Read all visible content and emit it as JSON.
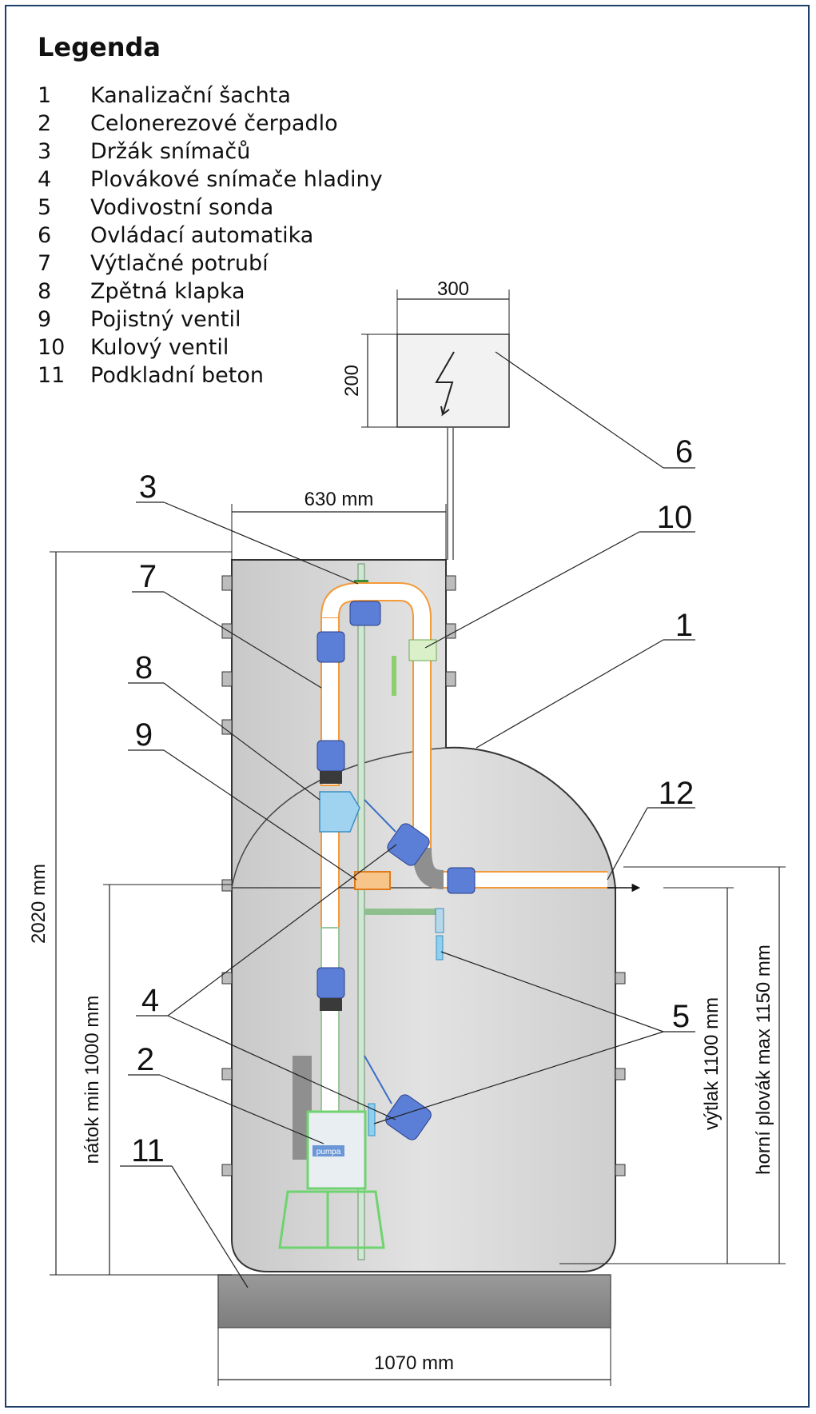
{
  "legend": {
    "title": "Legenda",
    "items": [
      {
        "num": "1",
        "label": "Kanalizační šachta"
      },
      {
        "num": "2",
        "label": "Celonerezové čerpadlo"
      },
      {
        "num": "3",
        "label": "Držák snímačů"
      },
      {
        "num": "4",
        "label": "Plovákové snímače hladiny"
      },
      {
        "num": "5",
        "label": "Vodivostní sonda"
      },
      {
        "num": "6",
        "label": "Ovládací automatika"
      },
      {
        "num": "7",
        "label": "Výtlačné potrubí"
      },
      {
        "num": "8",
        "label": "Zpětná klapka"
      },
      {
        "num": "9",
        "label": "Pojistný ventil"
      },
      {
        "num": "10",
        "label": "Kulový ventil"
      },
      {
        "num": "11",
        "label": "Podkladní beton"
      }
    ]
  },
  "dimensions": {
    "control_box_width": "300",
    "control_box_height": "200",
    "shaft_neck_width": "630 mm",
    "total_height": "2020 mm",
    "inlet_min": "nátok min 1000 mm",
    "outlet": "výtlak 1100 mm",
    "upper_float_max": "horní plovák max 1150 mm",
    "base_width": "1070 mm"
  },
  "callouts": {
    "c1": "1",
    "c2": "2",
    "c3": "3",
    "c4": "4",
    "c5": "5",
    "c6": "6",
    "c7": "7",
    "c8": "8",
    "c9": "9",
    "c10": "10",
    "c11": "11",
    "c12": "12"
  },
  "pump_badge": "pumpa",
  "colors": {
    "frame": "#1f3f6b",
    "pipe_orange": "#f39a3a",
    "coupling_blue": "#5b7fd6",
    "check_valve": "#5ab4e6",
    "pump_stand": "#6fd36f",
    "concrete": "#8a8a8a"
  }
}
